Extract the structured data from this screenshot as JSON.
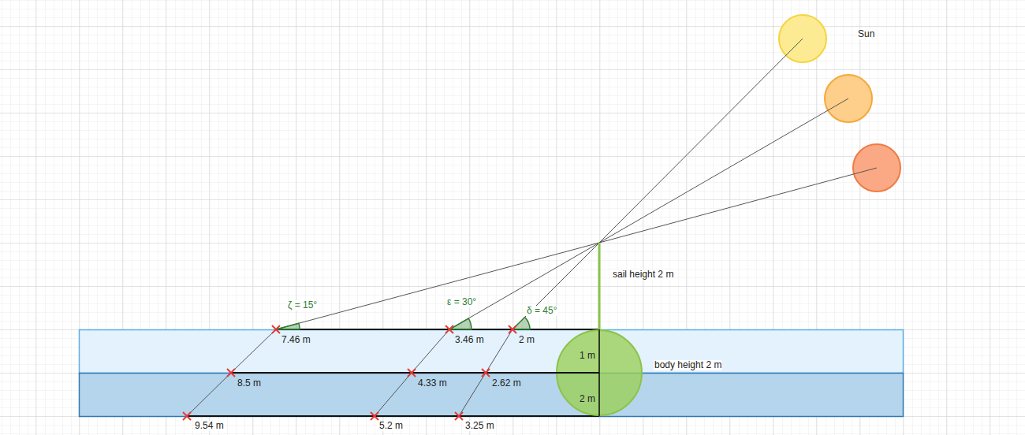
{
  "diagram": {
    "nodes": [
      {
        "text": [
          "1 m",
          "2 m"
        ]
      }
    ],
    "labels": [
      "Sun",
      "sail height 2 m",
      "body height 2 m",
      "ζ = 15°",
      "ε = 30°",
      "δ = 45°",
      "7.46 m",
      "3.46 m",
      "2 m",
      "8.5 m",
      "4.33 m",
      "2.62 m",
      "9.54 m",
      "5.2 m",
      "3.25 m"
    ]
  }
}
